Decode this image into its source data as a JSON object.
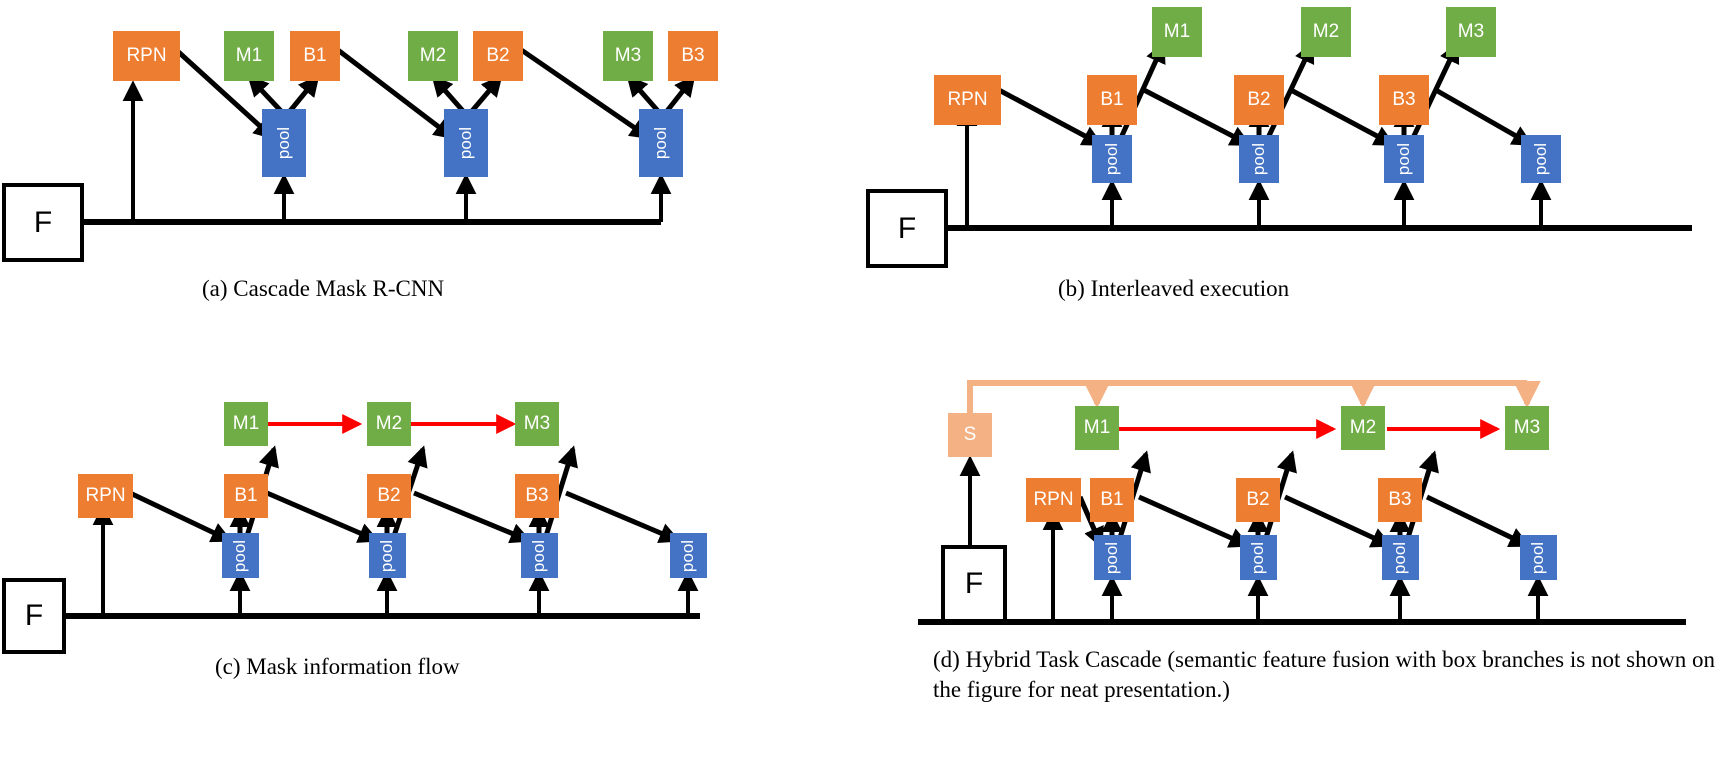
{
  "figure": {
    "title": "Architectures of Cascade Mask R-CNN and Hybrid Task Cascade",
    "colors": {
      "orange": "#ED7D31",
      "green": "#70AD47",
      "blue": "#4472C4",
      "salmon": "#F4B183",
      "red_arrow": "#FF0000",
      "black_arrow": "#000000",
      "feature_box_border": "#000000",
      "background": "#FFFFFF"
    },
    "legend_semantics": {
      "orange": "box branch / RPN",
      "green": "mask branch",
      "blue": "RoI pooling layer",
      "salmon": "semantic segmentation branch",
      "white": "backbone feature"
    }
  },
  "panels": [
    {
      "id": "a",
      "caption": "(a) Cascade Mask R-CNN",
      "nodes": [
        {
          "name": "feature",
          "label": "F",
          "kind": "feat"
        },
        {
          "name": "rpn",
          "label": "RPN",
          "kind": "orange"
        },
        {
          "name": "mask-1",
          "label": "M1",
          "kind": "green"
        },
        {
          "name": "box-1",
          "label": "B1",
          "kind": "orange"
        },
        {
          "name": "mask-2",
          "label": "M2",
          "kind": "green"
        },
        {
          "name": "box-2",
          "label": "B2",
          "kind": "orange"
        },
        {
          "name": "mask-3",
          "label": "M3",
          "kind": "green"
        },
        {
          "name": "box-3",
          "label": "B3",
          "kind": "orange"
        },
        {
          "name": "pool-1",
          "label": "pool",
          "kind": "blue"
        },
        {
          "name": "pool-2",
          "label": "pool",
          "kind": "blue"
        },
        {
          "name": "pool-3",
          "label": "pool",
          "kind": "blue"
        }
      ]
    },
    {
      "id": "b",
      "caption": "(b) Interleaved execution",
      "nodes": [
        {
          "name": "feature",
          "label": "F",
          "kind": "feat"
        },
        {
          "name": "rpn",
          "label": "RPN",
          "kind": "orange"
        },
        {
          "name": "mask-1",
          "label": "M1",
          "kind": "green"
        },
        {
          "name": "mask-2",
          "label": "M2",
          "kind": "green"
        },
        {
          "name": "mask-3",
          "label": "M3",
          "kind": "green"
        },
        {
          "name": "box-1",
          "label": "B1",
          "kind": "orange"
        },
        {
          "name": "box-2",
          "label": "B2",
          "kind": "orange"
        },
        {
          "name": "box-3",
          "label": "B3",
          "kind": "orange"
        },
        {
          "name": "pool-1",
          "label": "pool",
          "kind": "blue"
        },
        {
          "name": "pool-2",
          "label": "pool",
          "kind": "blue"
        },
        {
          "name": "pool-3",
          "label": "pool",
          "kind": "blue"
        },
        {
          "name": "pool-4",
          "label": "pool",
          "kind": "blue"
        }
      ]
    },
    {
      "id": "c",
      "caption": "(c) Mask information flow",
      "nodes": [
        {
          "name": "feature",
          "label": "F",
          "kind": "feat"
        },
        {
          "name": "rpn",
          "label": "RPN",
          "kind": "orange"
        },
        {
          "name": "mask-1",
          "label": "M1",
          "kind": "green"
        },
        {
          "name": "mask-2",
          "label": "M2",
          "kind": "green"
        },
        {
          "name": "mask-3",
          "label": "M3",
          "kind": "green"
        },
        {
          "name": "box-1",
          "label": "B1",
          "kind": "orange"
        },
        {
          "name": "box-2",
          "label": "B2",
          "kind": "orange"
        },
        {
          "name": "box-3",
          "label": "B3",
          "kind": "orange"
        },
        {
          "name": "pool-1",
          "label": "pool",
          "kind": "blue"
        },
        {
          "name": "pool-2",
          "label": "pool",
          "kind": "blue"
        },
        {
          "name": "pool-3",
          "label": "pool",
          "kind": "blue"
        },
        {
          "name": "pool-4",
          "label": "pool",
          "kind": "blue"
        }
      ]
    },
    {
      "id": "d",
      "caption": "(d) Hybrid Task Cascade (semantic feature fusion with box branches is not shown on the figure for neat presentation.)",
      "nodes": [
        {
          "name": "feature",
          "label": "F",
          "kind": "feat"
        },
        {
          "name": "semantic",
          "label": "S",
          "kind": "salmon"
        },
        {
          "name": "rpn",
          "label": "RPN",
          "kind": "orange"
        },
        {
          "name": "mask-1",
          "label": "M1",
          "kind": "green"
        },
        {
          "name": "mask-2",
          "label": "M2",
          "kind": "green"
        },
        {
          "name": "mask-3",
          "label": "M3",
          "kind": "green"
        },
        {
          "name": "box-1",
          "label": "B1",
          "kind": "orange"
        },
        {
          "name": "box-2",
          "label": "B2",
          "kind": "orange"
        },
        {
          "name": "box-3",
          "label": "B3",
          "kind": "orange"
        },
        {
          "name": "pool-1",
          "label": "pool",
          "kind": "blue"
        },
        {
          "name": "pool-2",
          "label": "pool",
          "kind": "blue"
        },
        {
          "name": "pool-3",
          "label": "pool",
          "kind": "blue"
        },
        {
          "name": "pool-4",
          "label": "pool",
          "kind": "blue"
        }
      ]
    }
  ],
  "labels": {
    "feature": "F",
    "semantic": "S",
    "rpn": "RPN",
    "pool": "pool",
    "m1": "M1",
    "m2": "M2",
    "m3": "M3",
    "b1": "B1",
    "b2": "B2",
    "b3": "B3"
  },
  "captions": {
    "a": "(a) Cascade Mask R-CNN",
    "b": "(b) Interleaved execution",
    "c": "(c) Mask information flow",
    "d": "(d) Hybrid Task Cascade (semantic feature fusion with box branches is not shown on the figure for neat presentation.)"
  }
}
